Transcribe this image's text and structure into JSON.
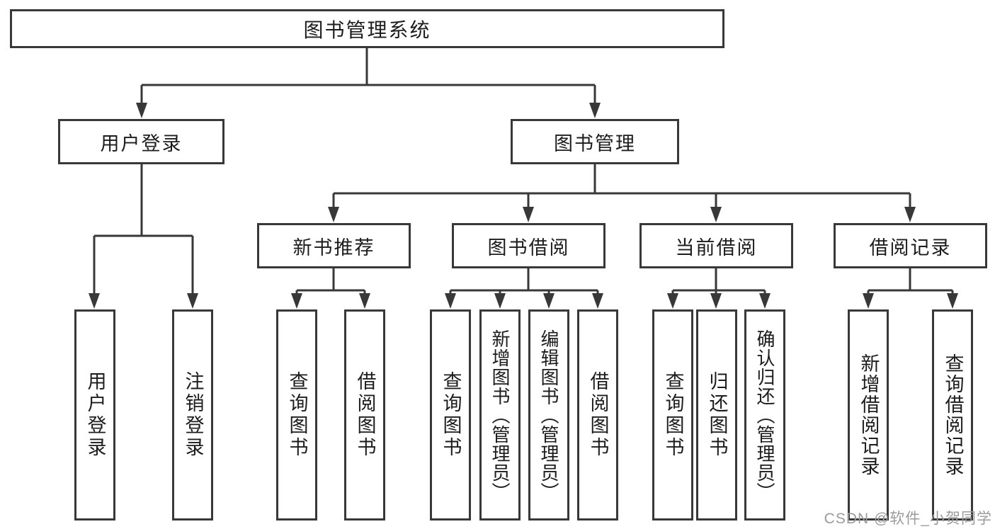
{
  "diagram": {
    "title_node": "图书管理系统",
    "nodes": {
      "root": "图书管理系统",
      "user_login": "用户登录",
      "book_mgmt": "图书管理",
      "new_book_rec": "新书推荐",
      "book_borrow": "图书借阅",
      "current_borrow": "当前借阅",
      "borrow_records": "借阅记录",
      "leaf_user_login": "用户登录",
      "leaf_logout": "注销登录",
      "leaf_rec_search": "查询图书",
      "leaf_rec_borrow": "借阅图书",
      "leaf_bb_search": "查询图书",
      "leaf_bb_add": "新增图书（管理员）",
      "leaf_bb_edit": "编辑图书（管理员）",
      "leaf_bb_borrow": "借阅图书",
      "leaf_cb_search": "查询图书",
      "leaf_cb_return": "归还图书",
      "leaf_cb_confirm": "确认归还（管理员）",
      "leaf_br_add": "新增借阅记录",
      "leaf_br_search": "查询借阅记录"
    },
    "colors": {
      "line": "#383838",
      "text": "#1c1c1c",
      "background": "#ffffff",
      "watermark": "#9b9b9b"
    }
  },
  "watermark": {
    "text": "CSDN @软件_小贺同学"
  }
}
